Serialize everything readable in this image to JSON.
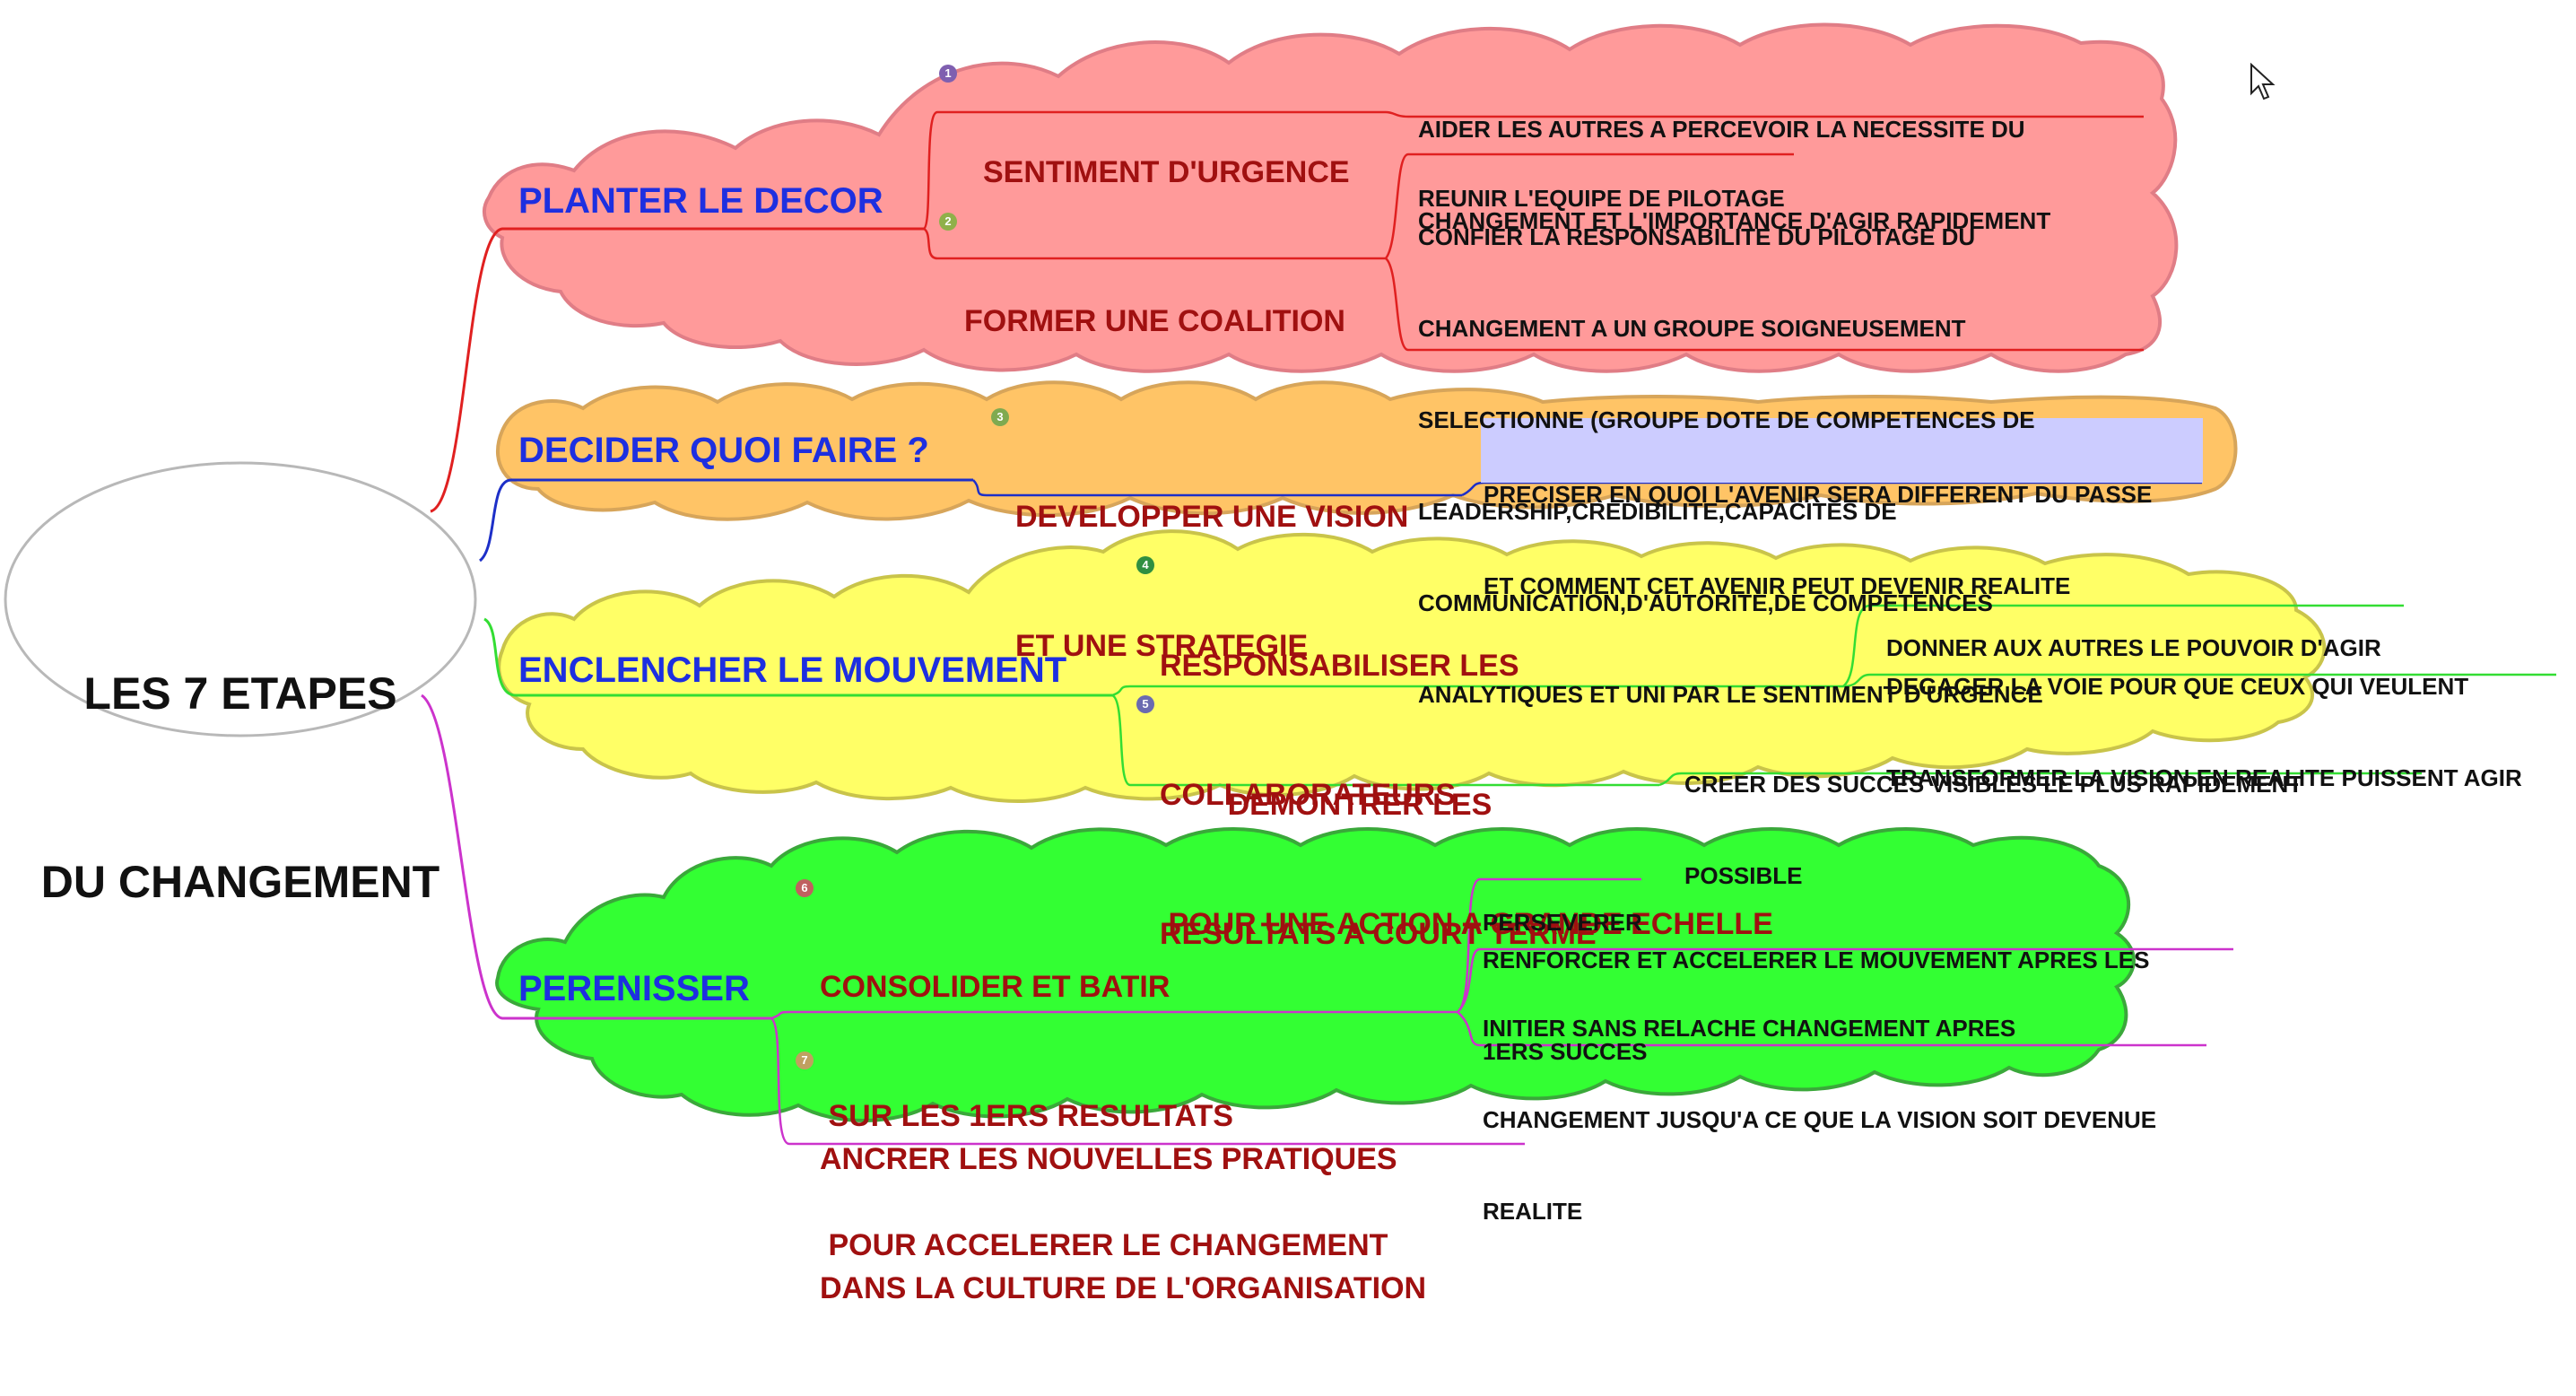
{
  "colors": {
    "branch1_fill": "#ff9a9a",
    "branch1_edge": "#e07d86",
    "branch1_line": "#e02020",
    "branch2_fill": "#ffc466",
    "branch2_edge": "#d7a55a",
    "branch2_line": "#1d2fc8",
    "branch3_fill": "#ffff66",
    "branch3_edge": "#c9c44a",
    "branch3_line": "#33dd33",
    "branch4_fill": "#33ff33",
    "branch4_edge": "#3aa83a",
    "branch4_line": "#cc33cc",
    "main_text": "#1d2fe0",
    "sub_text": "#a01010",
    "detail_highlight": "#ccccff"
  },
  "center": {
    "line1": "LES 7 ETAPES",
    "line2": "DU CHANGEMENT"
  },
  "branches": [
    {
      "label": "PLANTER LE DECOR",
      "steps": [
        {
          "badge": "1",
          "lines": [
            "SENTIMENT D'URGENCE"
          ],
          "details": [
            {
              "lines": [
                "AIDER LES AUTRES A PERCEVOIR LA NECESSITE DU",
                "CHANGEMENT ET L'IMPORTANCE D'AGIR RAPIDEMENT"
              ]
            }
          ]
        },
        {
          "badge": "2",
          "lines": [
            "FORMER UNE COALITION"
          ],
          "details": [
            {
              "lines": [
                "REUNIR L'EQUIPE DE PILOTAGE"
              ]
            },
            {
              "lines": [
                "CONFIER LA RESPONSABILITE DU PILOTAGE DU",
                "CHANGEMENT A UN GROUPE SOIGNEUSEMENT",
                "SELECTIONNE (GROUPE DOTE DE COMPETENCES DE",
                "LEADERSHIP,CREDIBILITE,CAPACITES DE",
                "COMMUNICATION,D'AUTORITE,DE COMPETENCES",
                "ANALYTIQUES ET UNI PAR LE SENTIMENT D'URGENCE"
              ]
            }
          ]
        }
      ]
    },
    {
      "label": "DECIDER QUOI FAIRE ?",
      "steps": [
        {
          "badge": "3",
          "lines": [
            "DEVELOPPER UNE VISION",
            "ET UNE STRATEGIE"
          ],
          "details": [
            {
              "lines": [
                "PRECISER EN QUOI L'AVENIR SERA DIFFERENT DU PASSE",
                "ET COMMENT CET AVENIR PEUT DEVENIR REALITE"
              ]
            }
          ]
        }
      ]
    },
    {
      "label": "ENCLENCHER LE MOUVEMENT",
      "steps": [
        {
          "badge": "4",
          "lines": [
            "RESPONSABILISER LES",
            "COLLABORATEURS",
            " POUR UNE ACTION A GRANDE ECHELLE"
          ],
          "details": [
            {
              "lines": [
                "DONNER AUX AUTRES LE POUVOIR D'AGIR"
              ]
            },
            {
              "lines": [
                "DEGAGER LA VOIE POUR QUE CEUX QUI VEULENT",
                "TRANSFORMER LA VISION EN REALITE PUISSENT AGIR"
              ]
            }
          ]
        },
        {
          "badge": "5",
          "lines": [
            "        DEMONTRER LES",
            "RESULTATS A COURT TERME"
          ],
          "details": [
            {
              "lines": [
                "CREER DES SUCCES VISIBLES LE PLUS RAPIDEMENT",
                "POSSIBLE"
              ]
            }
          ]
        }
      ]
    },
    {
      "label": "PERENISSER",
      "steps": [
        {
          "badge": "6",
          "lines": [
            "CONSOLIDER ET BATIR",
            " SUR LES 1ERS RESULTATS",
            " POUR ACCELERER LE CHANGEMENT"
          ],
          "details": [
            {
              "lines": [
                "PERSEVERER"
              ]
            },
            {
              "lines": [
                "RENFORCER ET ACCELERER LE MOUVEMENT APRES LES",
                "1ERS SUCCES"
              ]
            },
            {
              "lines": [
                "INITIER SANS RELACHE CHANGEMENT APRES",
                "CHANGEMENT JUSQU'A CE QUE LA VISION SOIT DEVENUE",
                "REALITE"
              ]
            }
          ]
        },
        {
          "badge": "7",
          "lines": [
            "ANCRER LES NOUVELLES PRATIQUES",
            "DANS LA CULTURE DE L'ORGANISATION"
          ],
          "details": []
        }
      ]
    }
  ]
}
